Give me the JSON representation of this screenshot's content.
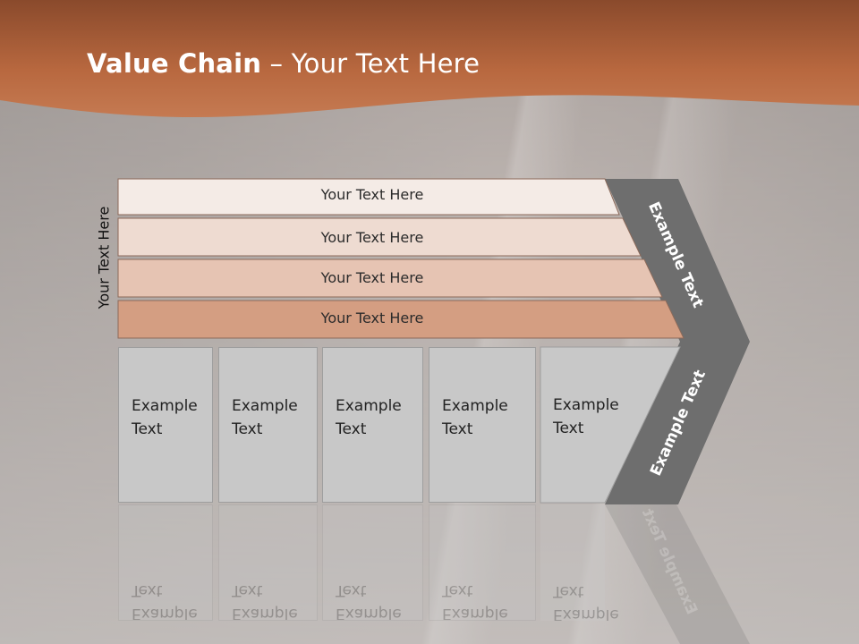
{
  "title": {
    "bold": "Value Chain",
    "rest": " – Your Text Here"
  },
  "side_label": "Your Text Here",
  "bars": [
    {
      "label": "Your Text Here",
      "color": "#f4ebe6"
    },
    {
      "label": "Your Text Here",
      "color": "#eedbd1"
    },
    {
      "label": "Your Text Here",
      "color": "#e6c4b3"
    },
    {
      "label": "Your Text Here",
      "color": "#d49e82"
    }
  ],
  "boxes": [
    {
      "line1": "Example",
      "line2": "Text"
    },
    {
      "line1": "Example",
      "line2": "Text"
    },
    {
      "line1": "Example",
      "line2": "Text"
    },
    {
      "line1": "Example",
      "line2": "Text"
    },
    {
      "line1": "Example",
      "line2": "Text"
    }
  ],
  "chevron_top_label": "Example Text",
  "chevron_bottom_label": "Example Text",
  "colors": {
    "banner": "#b8683f",
    "chevron": "#6e6e6e",
    "box": "#c8c8c8"
  }
}
